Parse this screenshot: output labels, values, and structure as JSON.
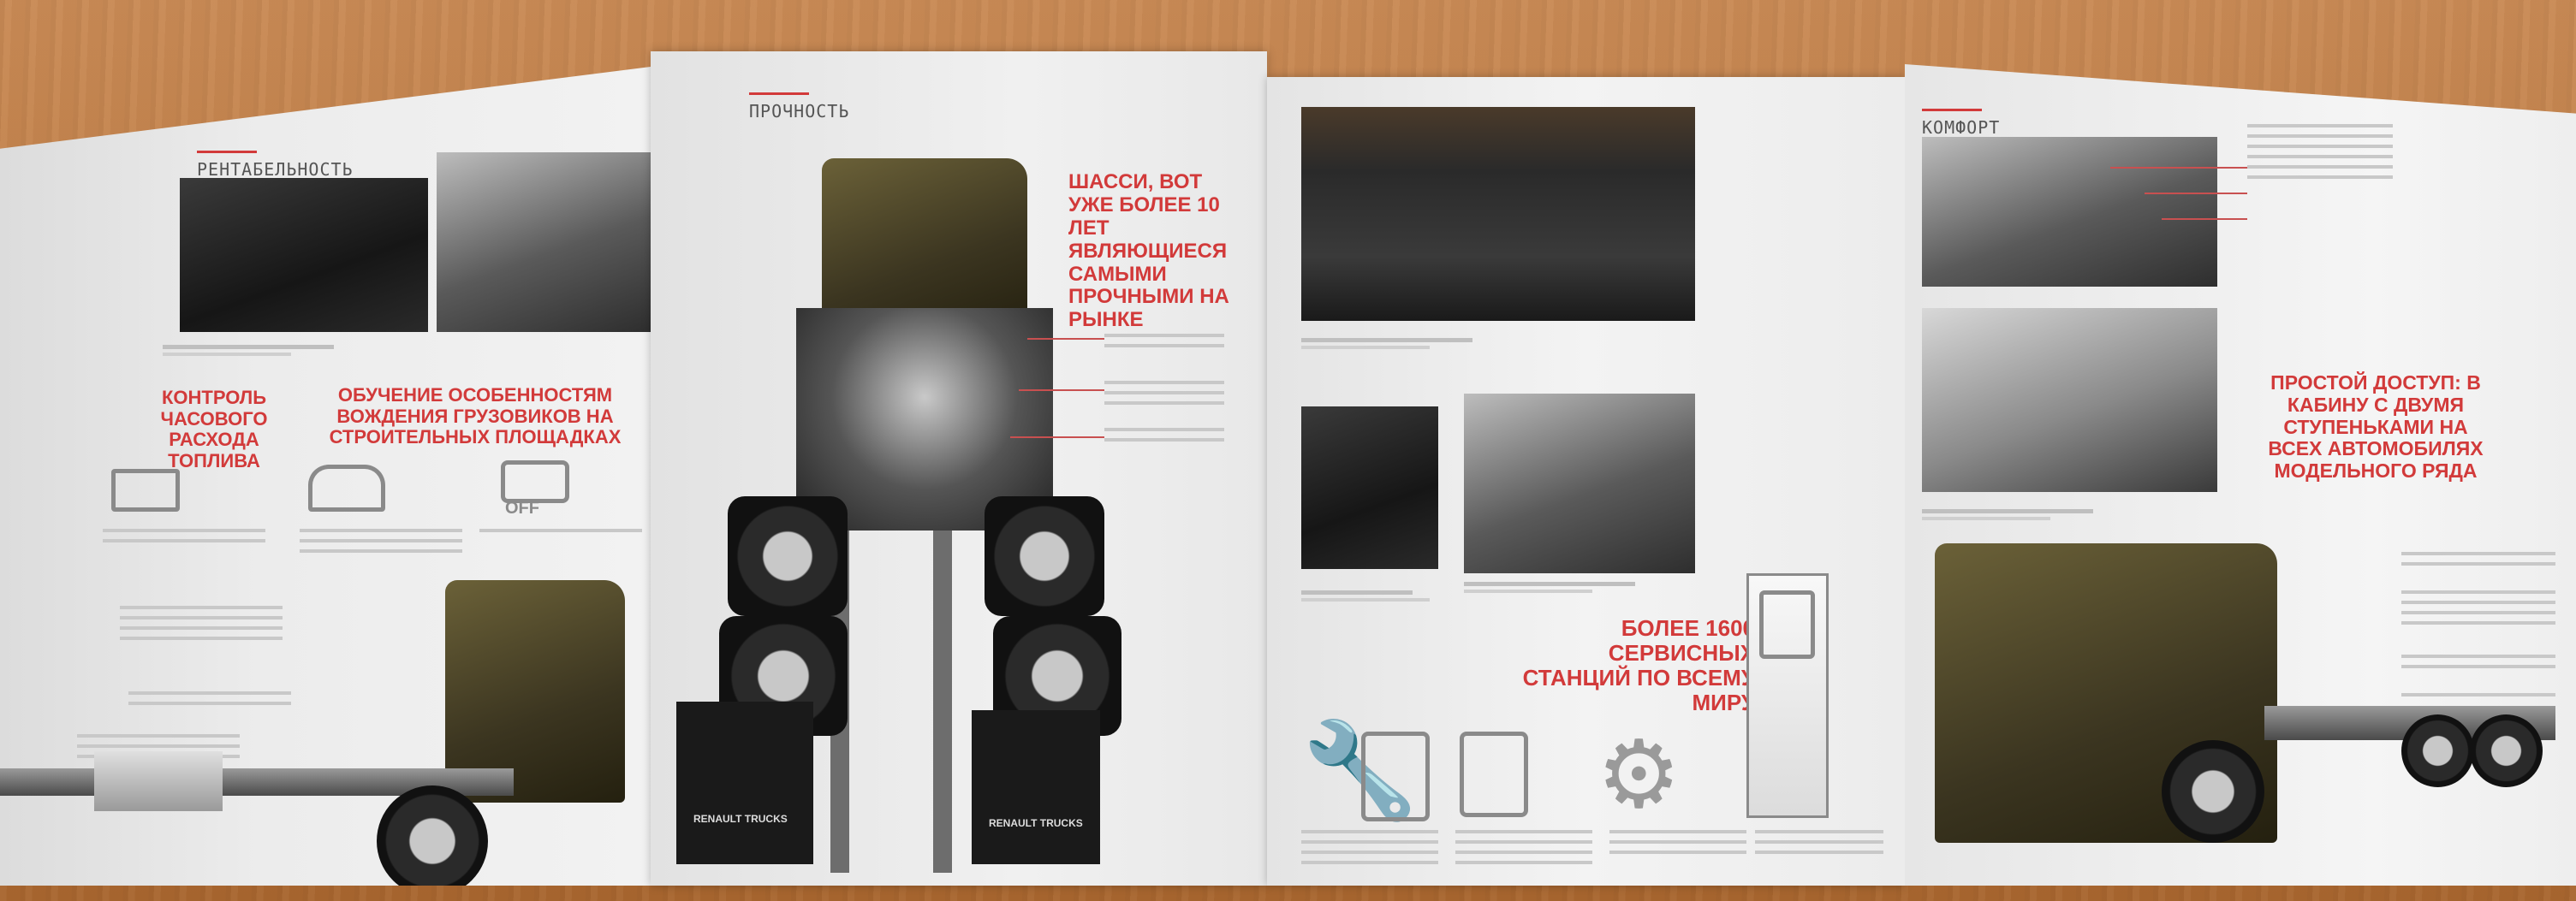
{
  "sections": {
    "profitability": "РЕНТАБЕЛЬНОСТЬ",
    "durability": "ПРОЧНОСТЬ",
    "comfort": "КОМФОРТ"
  },
  "highlights": {
    "fuel_control": "КОНТРОЛЬ ЧАСОВОГО РАСХОДА ТОПЛИВА",
    "driver_training": "ОБУЧЕНИЕ ОСОБЕННОСТЯМ ВОЖДЕНИЯ ГРУЗОВИКОВ НА СТРОИТЕЛЬНЫХ ПЛОЩАДКАХ",
    "chassis_claim": "ШАССИ, ВОТ УЖЕ БОЛЕЕ 10 ЛЕТ ЯВЛЯЮЩИЕСЯ САМЫМИ ПРОЧНЫМИ НА РЫНКЕ",
    "service_stations": "БОЛЕЕ 1600 СЕРВИСНЫХ СТАНЦИЙ ПО ВСЕМУ МИРУ",
    "easy_access": "ПРОСТОЙ ДОСТУП: В КАБИНУ С ДВУМЯ СТУПЕНЬКАМИ НА ВСЕХ АВТОМОБИЛЯХ МОДЕЛЬНОГО РЯДА"
  },
  "icons": {
    "off_label": "OFF"
  },
  "branding": {
    "mudflap_left": "RENAULT TRUCKS",
    "mudflap_right": "RENAULT TRUCKS"
  },
  "colors": {
    "accent": "#d23a3a",
    "paper": "#ececec"
  }
}
